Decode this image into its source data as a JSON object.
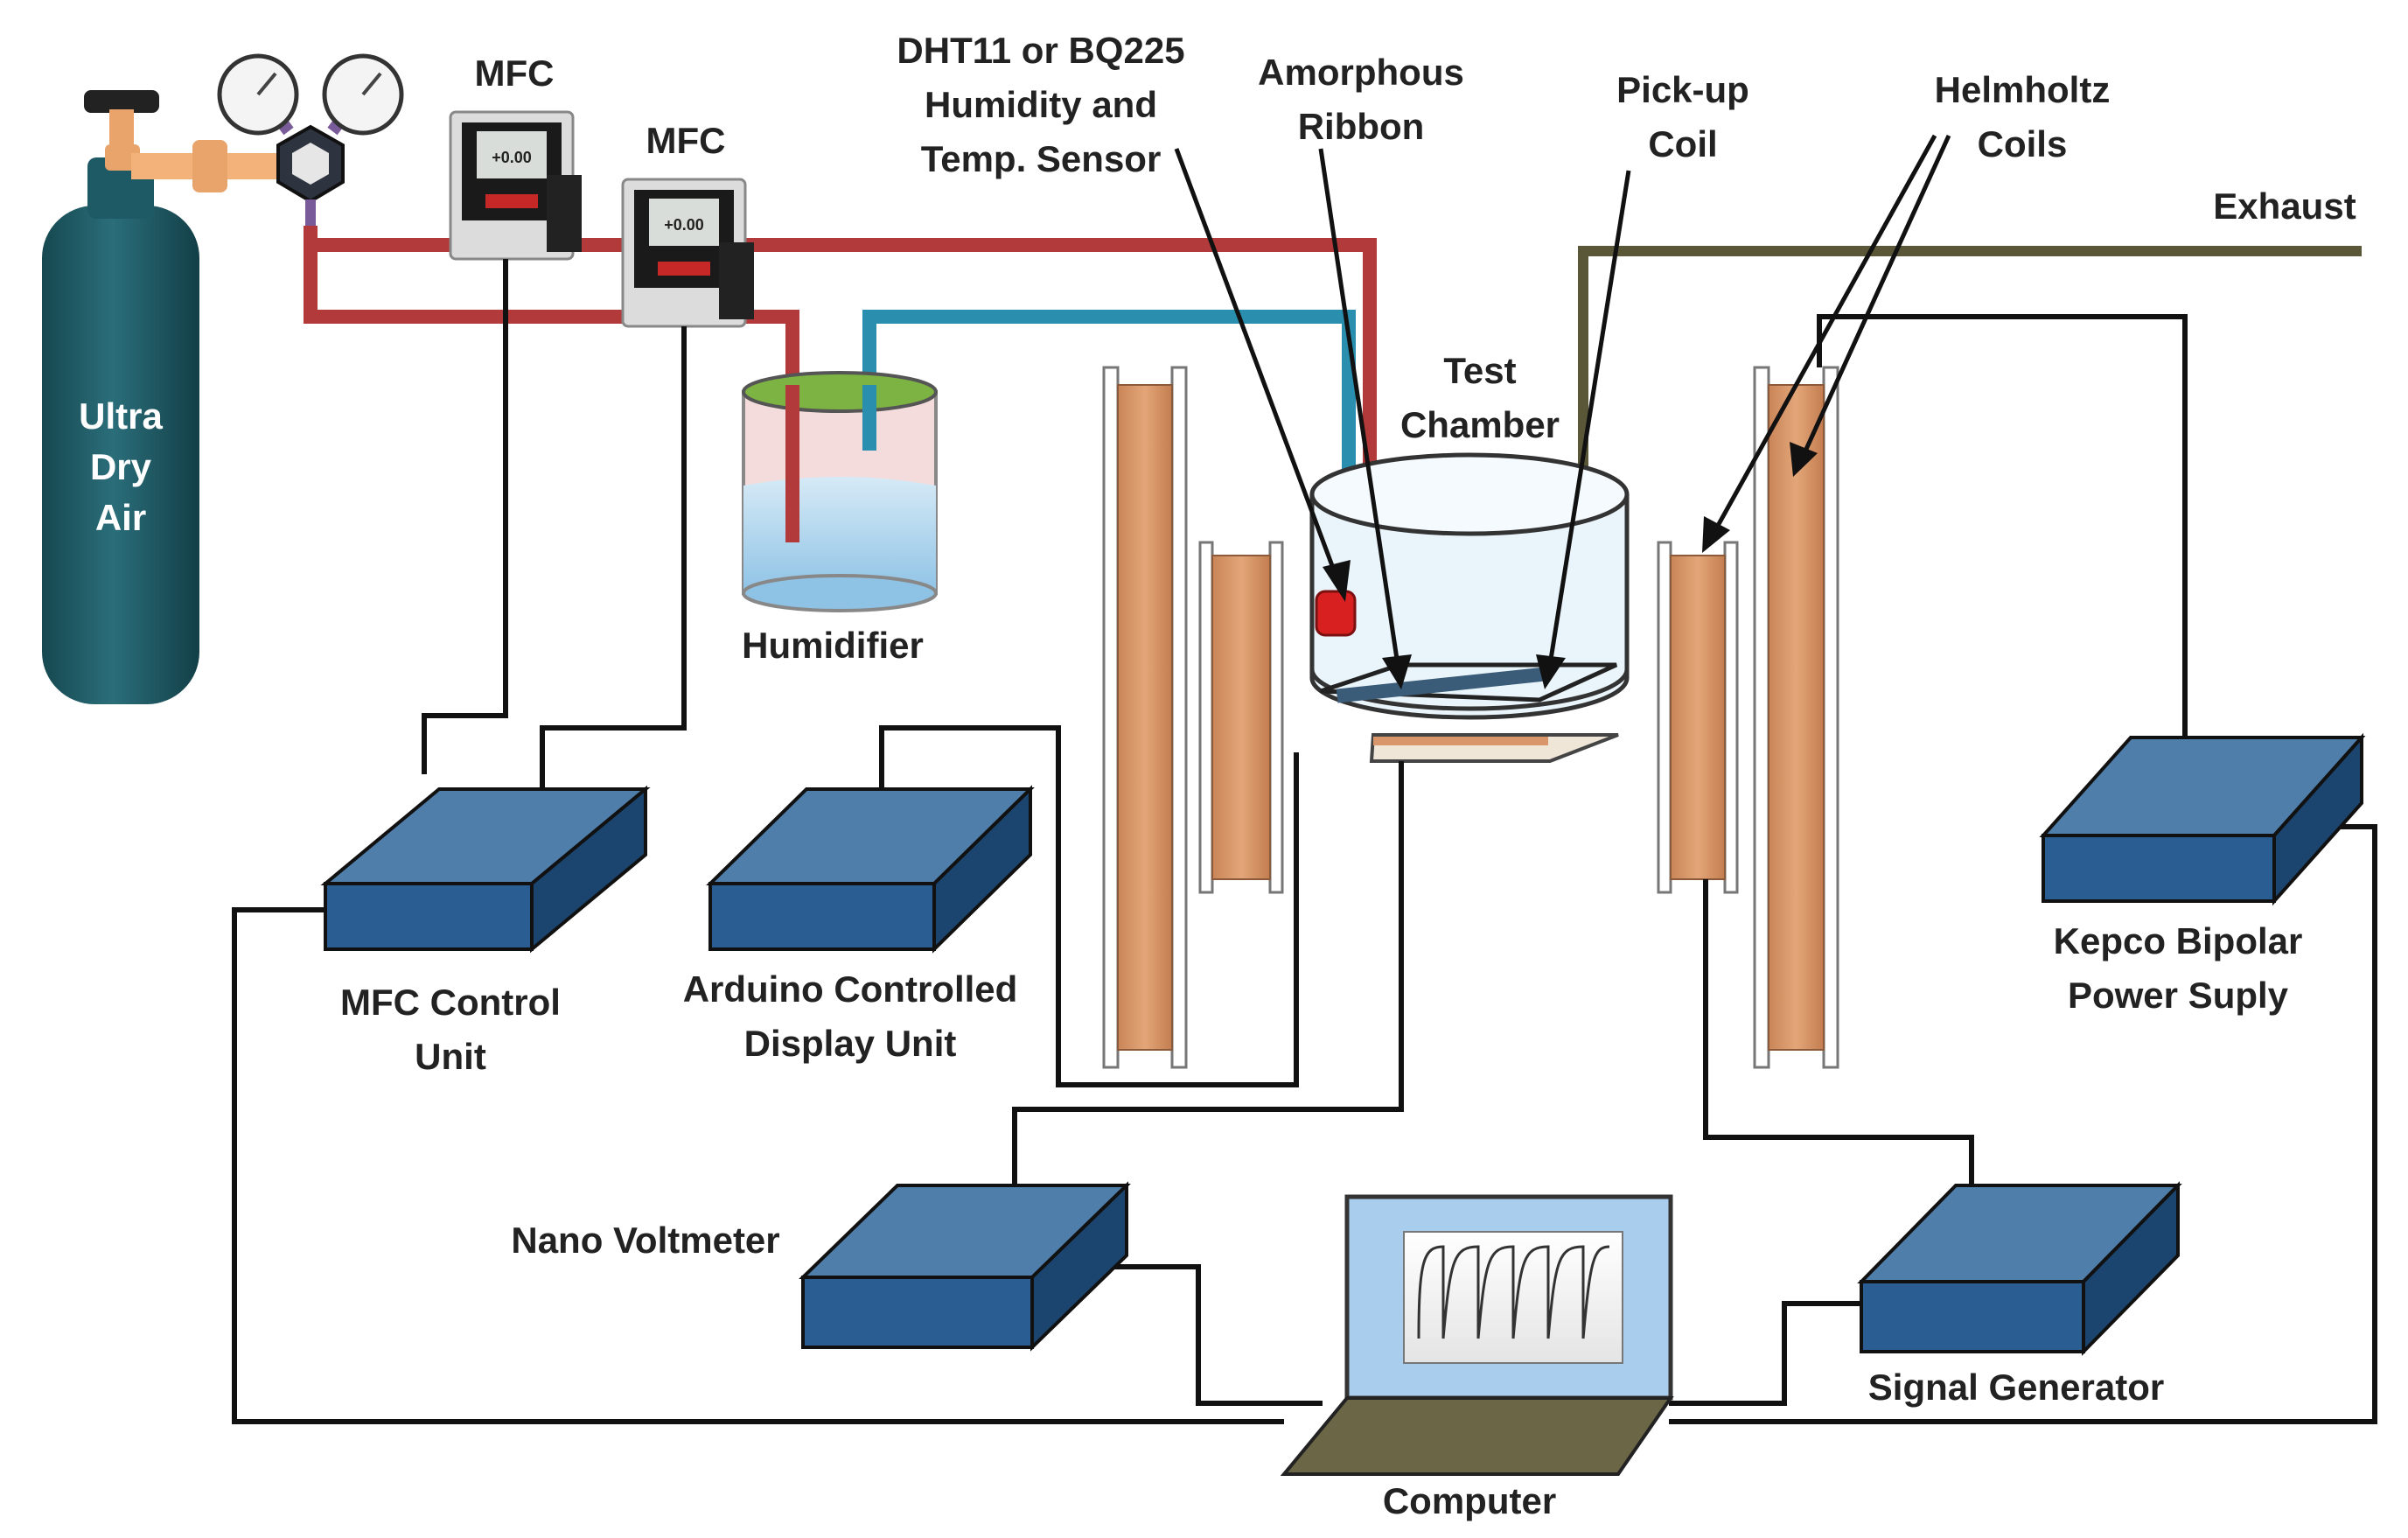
{
  "labels": {
    "cylinder": [
      "Ultra",
      "Dry",
      "Air"
    ],
    "mfc_1": "MFC",
    "mfc_2": "MFC",
    "sensor": [
      "DHT11 or BQ225",
      "Humidity and",
      "Temp. Sensor"
    ],
    "ribbon": [
      "Amorphous",
      "Ribbon"
    ],
    "pickup": [
      "Pick-up",
      "Coil"
    ],
    "helmholtz": [
      "Helmholtz",
      "Coils"
    ],
    "exhaust": "Exhaust",
    "chamber": [
      "Test",
      "Chamber"
    ],
    "humidifier": "Humidifier",
    "mfc_control": [
      "MFC  Control",
      "Unit"
    ],
    "arduino": [
      "Arduino Controlled",
      "Display  Unit"
    ],
    "kepco": [
      "Kepco Bipolar",
      "Power Suply"
    ],
    "nano": "Nano Voltmeter",
    "signal": "Signal Generator",
    "computer": "Computer"
  },
  "mfc_display_reading": "+0.00",
  "colors": {
    "dry_line": "#b23a3a",
    "humid_line": "#2a8fae",
    "exhaust_line": "#5a5638",
    "box_top": "#4f7eab",
    "box_front": "#2a5e92",
    "box_side": "#1b456e",
    "cylinder": "#1e5a66",
    "coil": "#d9966a"
  }
}
